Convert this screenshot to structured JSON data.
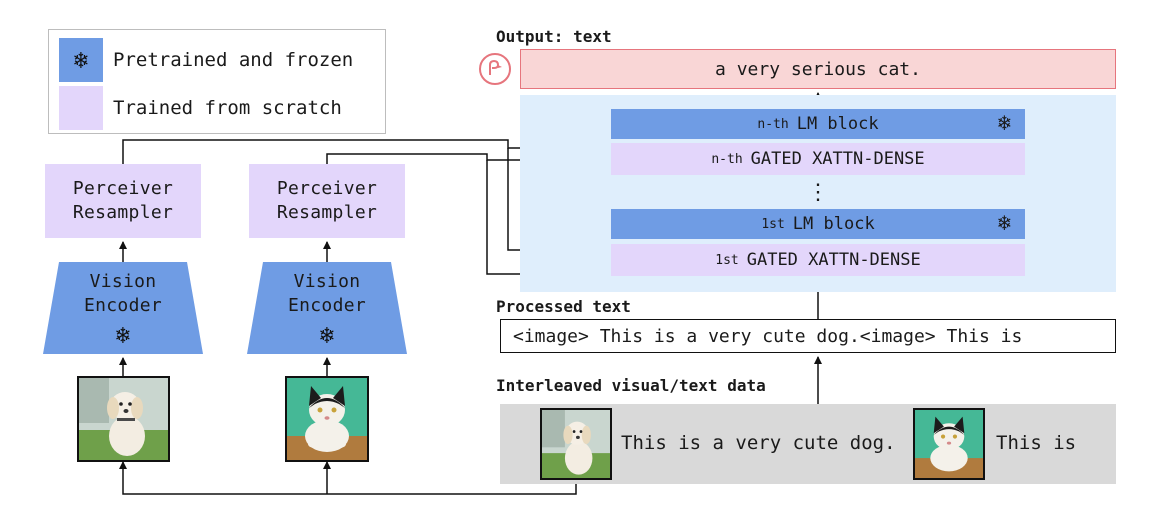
{
  "legend": {
    "frozen_label": "Pretrained and frozen",
    "scratch_label": "Trained from scratch",
    "frozen_color": "#6f9ce4",
    "scratch_color": "#e3d6fb"
  },
  "encoders": [
    {
      "resampler_line1": "Perceiver",
      "resampler_line2": "Resampler",
      "encoder_line1": "Vision",
      "encoder_line2": "Encoder",
      "image_icon": "dog-image"
    },
    {
      "resampler_line1": "Perceiver",
      "resampler_line2": "Resampler",
      "encoder_line1": "Vision",
      "encoder_line2": "Encoder",
      "image_icon": "cat-image"
    }
  ],
  "output": {
    "title": "Output: text",
    "text": "a very serious cat.",
    "icon": "flamingo-icon",
    "accent": "#e6757d"
  },
  "stack": {
    "nth_lm_prefix": "n-th",
    "nth_lm_label": "LM block",
    "nth_xattn_prefix": "n-th",
    "nth_xattn_label": "GATED XATTN-DENSE",
    "ellipsis": "⋮",
    "first_lm_prefix": "1st",
    "first_lm_label": "LM block",
    "first_xattn_prefix": "1st",
    "first_xattn_label": "GATED XATTN-DENSE",
    "frozen_icon": "snowflake-icon"
  },
  "processed": {
    "title": "Processed text",
    "text": "<image> This is a very cute dog.<image> This is"
  },
  "interleaved": {
    "title": "Interleaved visual/text data",
    "text1": "This is a very cute dog.",
    "text2": "This is"
  }
}
